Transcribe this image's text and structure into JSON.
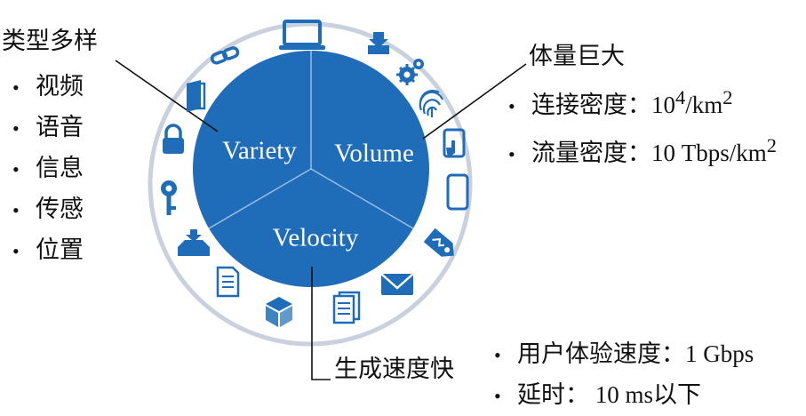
{
  "center": {
    "segments": [
      "Variety",
      "Volume",
      "Velocity"
    ],
    "fill_color": "#1f6db8",
    "ring_color": "#c8d1dd"
  },
  "ring_icons": [
    "laptop-icon",
    "database-download-icon",
    "gears-icon",
    "fingerprint-icon",
    "tablet-touch-icon",
    "smartphone-icon",
    "price-tag-icon",
    "envelope-icon",
    "documents-icon",
    "cube-icon",
    "document-icon",
    "inbox-tray-icon",
    "key-icon",
    "padlock-icon",
    "folder-icon",
    "chain-link-icon"
  ],
  "variety": {
    "title": "类型多样",
    "items": [
      "视频",
      "语音",
      "信息",
      "传感",
      "位置"
    ]
  },
  "volume": {
    "title": "体量巨大",
    "conn_label": "连接密度：10",
    "conn_exp": "4",
    "conn_unit": "/km",
    "conn_unit_exp": "2",
    "traffic_label": "流量密度：10 Tbps/km",
    "traffic_exp": "2"
  },
  "velocity": {
    "title": "生成速度快",
    "rate": "用户体验速度：1 Gbps",
    "latency": "延时：  10 ms以下"
  }
}
